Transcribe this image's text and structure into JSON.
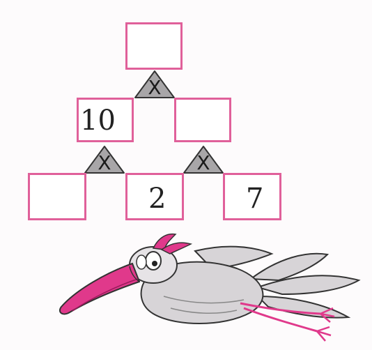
{
  "pyramid": {
    "operator_symbol": "X",
    "top": {
      "value": ""
    },
    "middle": [
      {
        "value": "10"
      },
      {
        "value": ""
      }
    ],
    "bottom": [
      {
        "value": ""
      },
      {
        "value": "2"
      },
      {
        "value": "7"
      }
    ]
  },
  "colors": {
    "box_border": "#e0609a",
    "operator_fill": "#a8a6a8",
    "bird_accent": "#e0398b",
    "bird_body": "#d7d4d7"
  },
  "illustration": {
    "icon": "lying-bird-icon"
  }
}
